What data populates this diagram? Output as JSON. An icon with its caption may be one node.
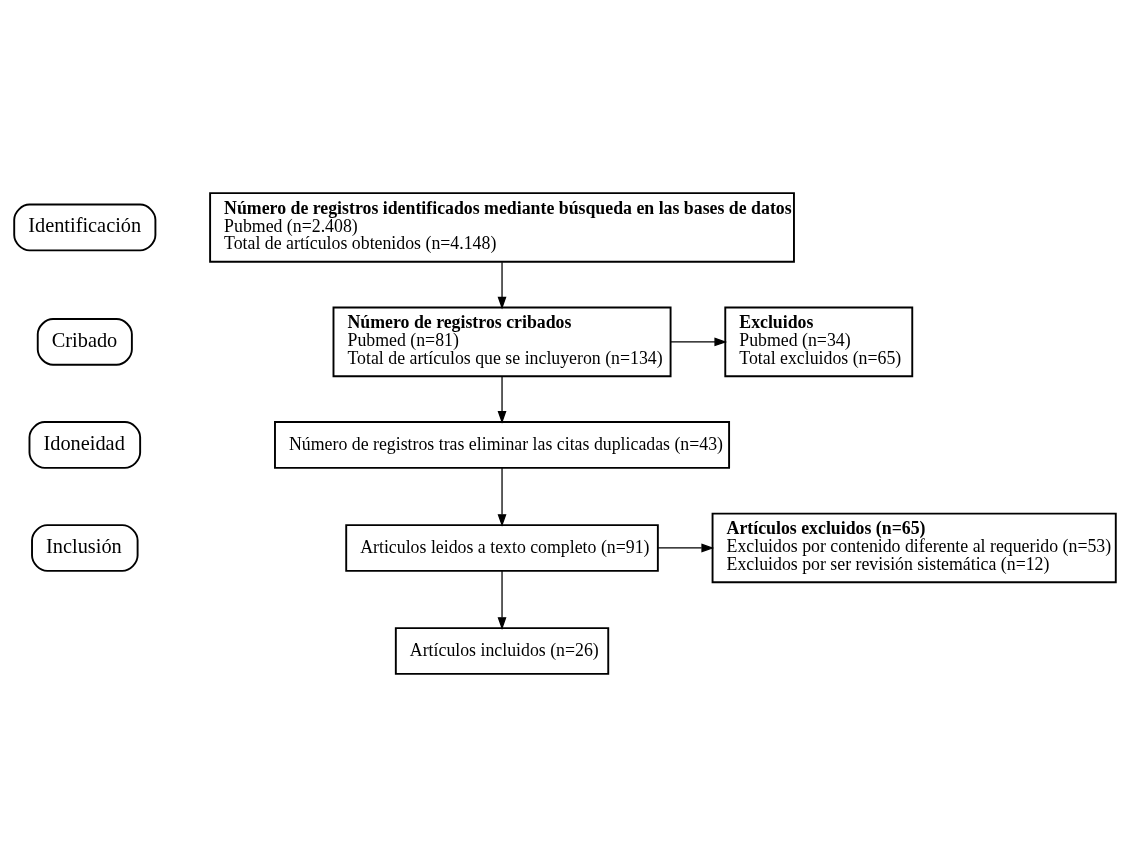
{
  "diagram": {
    "nodes": [
      {
        "text": [
          "Identificación"
        ]
      },
      {
        "text": [
          "Cribado"
        ]
      },
      {
        "text": [
          "Idoneidad"
        ]
      },
      {
        "text": [
          "Inclusión"
        ]
      },
      {
        "text": [
          "Número de registros identificados mediante búsqueda en las bases de datos",
          "Pubmed (n=2.408)",
          "Total de artículos obtenidos (n=4.148)"
        ]
      },
      {
        "text": [
          "Número de registros cribados",
          "Pubmed (n=81)",
          "Total de artículos que se incluyeron (n=134)"
        ]
      },
      {
        "text": [
          "Excluidos",
          "Pubmed (n=34)",
          "Total excluidos (n=65)"
        ]
      },
      {
        "text": [
          "Número de registros tras eliminar las citas duplicadas (n=43)"
        ]
      },
      {
        "text": [
          "Articulos leidos a texto completo (n=91)"
        ]
      },
      {
        "text": [
          "Artículos excluidos (n=65)",
          "Excluidos por contenido diferente al requerido (n=53)",
          "Excluidos por ser revisión sistemática (n=12)"
        ]
      },
      {
        "text": [
          "Artículos incluidos (n=26)"
        ]
      }
    ],
    "edges": [
      {
        "from": 4,
        "to": 5,
        "arrow": "to"
      },
      {
        "from": 5,
        "to": 6,
        "arrow": "to"
      },
      {
        "from": 5,
        "to": 7,
        "arrow": "to"
      },
      {
        "from": 7,
        "to": 8,
        "arrow": "to"
      },
      {
        "from": 8,
        "to": 9,
        "arrow": "to"
      },
      {
        "from": 8,
        "to": 10,
        "arrow": "to"
      }
    ]
  }
}
